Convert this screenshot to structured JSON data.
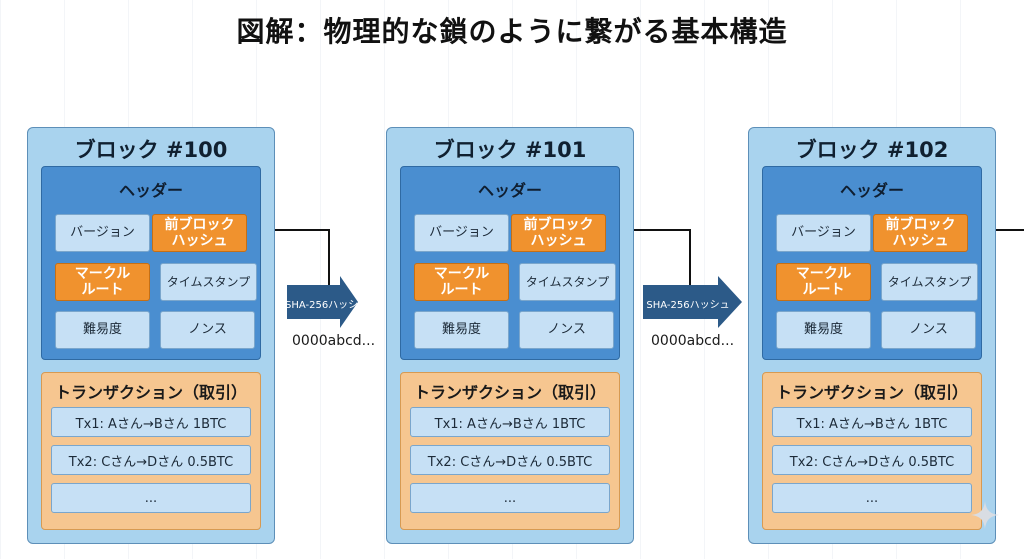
{
  "title": "図解：物理的な鎖のように繋がる基本構造",
  "blocks": [
    {
      "title": "ブロック #100",
      "header_title": "ヘッダー",
      "fields": {
        "version": "バージョン",
        "prev_hash": "前ブロック\nハッシュ",
        "merkle_root": "マークル\nルート",
        "timestamp": "タイムスタンプ",
        "difficulty": "難易度",
        "nonce": "ノンス"
      },
      "tx_title": "トランザクション（取引）",
      "transactions": [
        "Tx1: Aさん→Bさん 1BTC",
        "Tx2: Cさん→Dさん 0.5BTC",
        "..."
      ]
    },
    {
      "title": "ブロック #101",
      "header_title": "ヘッダー",
      "fields": {
        "version": "バージョン",
        "prev_hash": "前ブロック\nハッシュ",
        "merkle_root": "マークル\nルート",
        "timestamp": "タイムスタンプ",
        "difficulty": "難易度",
        "nonce": "ノンス"
      },
      "tx_title": "トランザクション（取引）",
      "transactions": [
        "Tx1: Aさん→Bさん 1BTC",
        "Tx2: Cさん→Dさん 0.5BTC",
        "..."
      ]
    },
    {
      "title": "ブロック #102",
      "header_title": "ヘッダー",
      "fields": {
        "version": "バージョン",
        "prev_hash": "前ブロック\nハッシュ",
        "merkle_root": "マークル\nルート",
        "timestamp": "タイムスタンプ",
        "difficulty": "難易度",
        "nonce": "ノンス"
      },
      "tx_title": "トランザクション（取引）",
      "transactions": [
        "Tx1: Aさん→Bさん 1BTC",
        "Tx2: Cさん→Dさん 0.5BTC",
        "..."
      ]
    }
  ],
  "connectors": [
    {
      "label": "SHA-256ハッシュ",
      "hash": "0000abcd..."
    },
    {
      "label": "SHA-256ハッシュ",
      "hash": "0000abcd..."
    }
  ],
  "colors": {
    "block_bg": "#a9d3ee",
    "header_bg": "#4a8ed0",
    "highlight": "#f0922e",
    "tx_bg": "#f6c690",
    "arrow": "#2c5a88"
  }
}
